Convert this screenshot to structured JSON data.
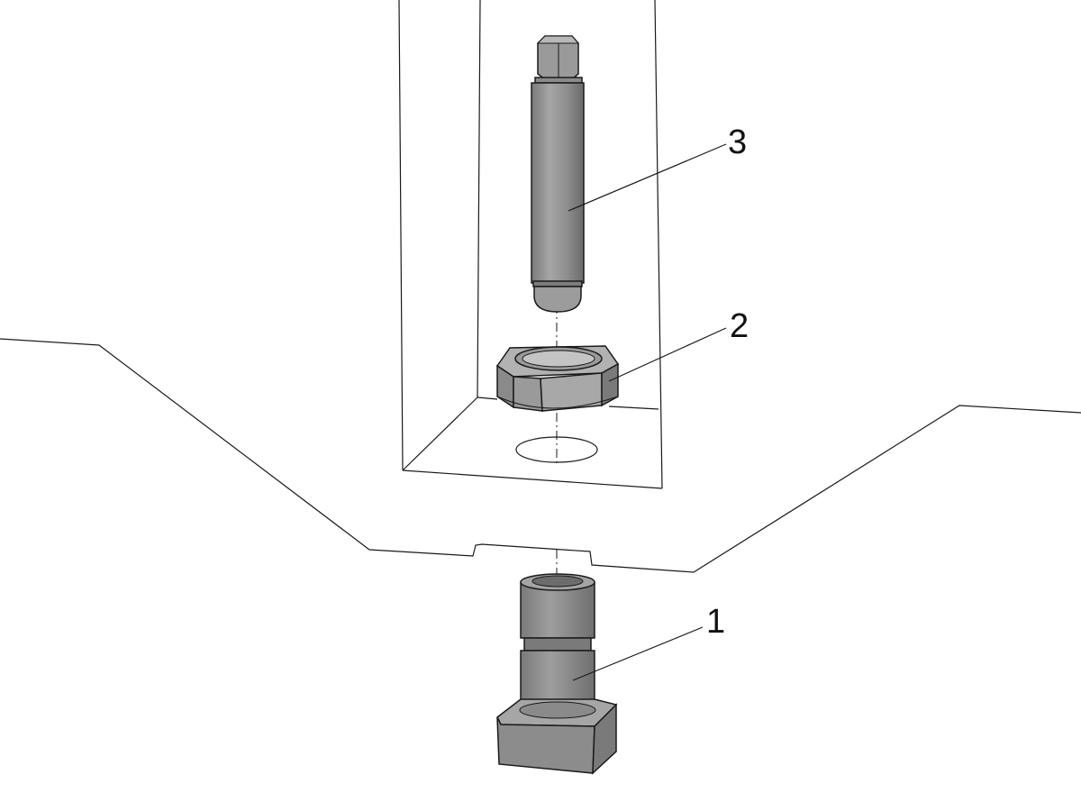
{
  "callouts": [
    {
      "id": "1",
      "label": "1"
    },
    {
      "id": "2",
      "label": "2"
    },
    {
      "id": "3",
      "label": "3"
    }
  ],
  "colors": {
    "part_fill": "#8c8c8c",
    "part_light": "#b4b4b4",
    "part_dark": "#6e6e6e",
    "line": "#1a1a1a",
    "background": "#ffffff"
  }
}
